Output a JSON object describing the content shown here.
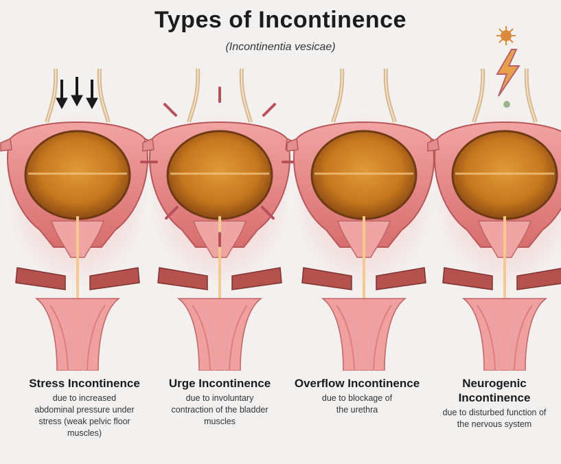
{
  "header": {
    "title": "Types of Incontinence",
    "subtitle": "(Incontinentia vesicae)"
  },
  "types": [
    {
      "name": "Stress Incontinence",
      "desc": "due to increased abdominal pressure under stress (weak pelvic floor muscles)"
    },
    {
      "name": "Urge Incontinence",
      "desc": "due to involuntary contraction of the bladder muscles"
    },
    {
      "name": "Overflow Incontinence",
      "desc": "due to blockage of the urethra"
    },
    {
      "name": "Neurogenic Incontinence",
      "desc": "due to disturbed function of the nervous system"
    }
  ],
  "colors": {
    "background": "#f3f1f0",
    "tissue": "#e98b8b",
    "tissue_dark": "#c35a5a",
    "urine": "#c8781e",
    "muscle": "#b5524e"
  }
}
